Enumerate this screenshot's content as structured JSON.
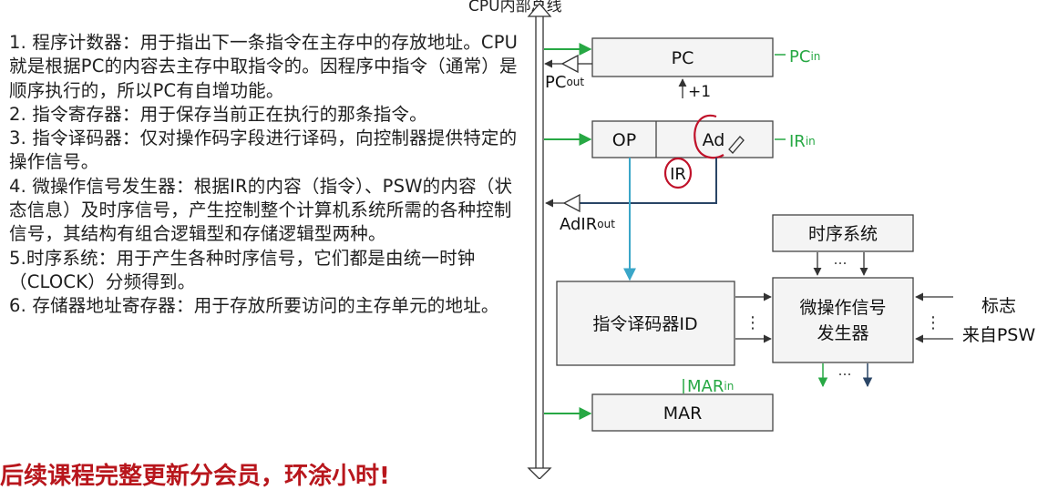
{
  "bus_label": "CPU内部总线",
  "paragraphs": [
    "1. 程序计数器：用于指出下一条指令在主存中的存放地址。CPU就是根据PC的内容去主存中取指令的。因程序中指令（通常）是顺序执行的，所以PC有自增功能。",
    "2. 指令寄存器：用于保存当前正在执行的那条指令。",
    "3. 指令译码器：仅对操作码字段进行译码，向控制器提供特定的操作信号。",
    "4. 微操作信号发生器：根据IR的内容（指令）、PSW的内容（状态信息）及时序信号，产生控制整个计算机系统所需的各种控制信号，其结构有组合逻辑型和存储逻辑型两种。",
    "5.时序系统：用于产生各种时序信号，它们都是由统一时钟（CLOCK）分频得到。",
    "6. 存储器地址寄存器：用于存放所要访问的主存单元的地址。"
  ],
  "bottom_banner": "后续课程完整更新分会员，环涂小时!",
  "diagram": {
    "pc": "PC",
    "pc_in": "PC",
    "pc_in_sub": "in",
    "pc_out": "PC",
    "pc_out_sub": "out",
    "plus_one": "+1",
    "op": "OP",
    "ad": "Ad",
    "ir_in": "IR",
    "ir_in_sub": "in",
    "ir_handwritten": "IR",
    "adir_out": "AdIR",
    "adir_out_sub": "out",
    "timing_system": "时序系统",
    "decoder": "指令译码器ID",
    "micro_gen_line1": "微操作信号",
    "micro_gen_line2": "发生器",
    "flags_line1": "标志",
    "flags_line2": "来自PSW",
    "mar": "MAR",
    "mar_in": "MAR",
    "mar_in_sub": "in",
    "dots_h": "…",
    "dots_v": "⋮"
  },
  "colors": {
    "green": "#27a844",
    "teal": "#3aa6c8",
    "navy": "#2a4566",
    "red": "#c0122a",
    "box_fill": "#f4f4f4"
  }
}
